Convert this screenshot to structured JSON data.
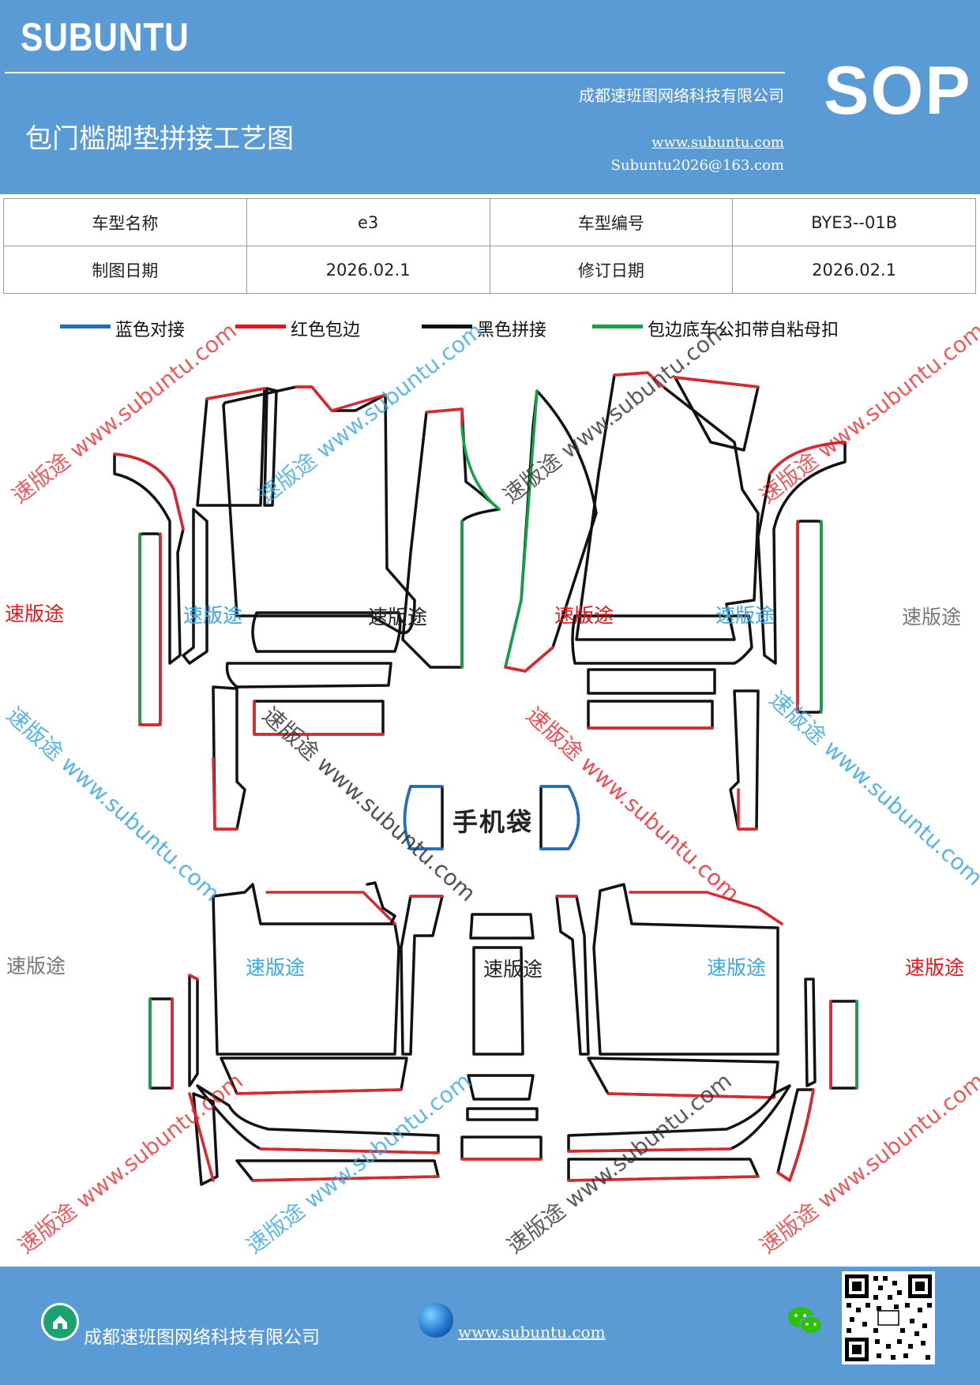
{
  "header": {
    "brand": "SUBUNTU",
    "company": "成都速班图网络科技有限公司",
    "title": "包门槛脚垫拼接工艺图",
    "website": "www.subuntu.com",
    "email": "Subuntu2026@163.com",
    "badge": "SOP"
  },
  "info": {
    "model_name_label": "车型名称",
    "model_name": "e3",
    "model_code_label": "车型编号",
    "model_code": "BYE3--01B",
    "draw_date_label": "制图日期",
    "draw_date": "2026.02.1",
    "revise_date_label": "修订日期",
    "revise_date": "2026.02.1"
  },
  "legend": [
    {
      "label": "蓝色对接",
      "color": "#1f6fbf"
    },
    {
      "label": "红色包边",
      "color": "#e8141b"
    },
    {
      "label": "黑色拼接",
      "color": "#111111"
    },
    {
      "label": "包边底车公扣带自粘母扣",
      "color": "#13a046"
    }
  ],
  "phone_bag_label": "手机袋",
  "watermark": {
    "short": "速版途",
    "long": "速版途 www.subuntu.com"
  },
  "footer": {
    "company": "成都速班图网络科技有限公司",
    "website": "www.subuntu.com"
  },
  "icons": [
    "house-icon",
    "globe-icon",
    "wechat-icon",
    "qr-code"
  ]
}
